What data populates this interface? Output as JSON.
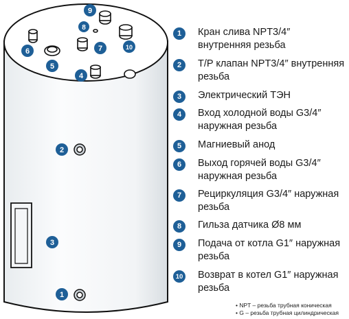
{
  "items": [
    {
      "num": "1",
      "text": "Кран слива NPT3/4″ внутренняя резьба"
    },
    {
      "num": "2",
      "text": "T/P клапан NPT3/4″ внутренняя резьба"
    },
    {
      "num": "3",
      "text": "Электрический ТЭН"
    },
    {
      "num": "4",
      "text": "Вход холодной воды G3/4″ наружная резьба"
    },
    {
      "num": "5",
      "text": "Магниевый анод"
    },
    {
      "num": "6",
      "text": "Выход горячей воды G3/4″ наружная резьба"
    },
    {
      "num": "7",
      "text": "Рециркуляция G3/4″ наружная резьба"
    },
    {
      "num": "8",
      "text": "Гильза датчика Ø8 мм"
    },
    {
      "num": "9",
      "text": "Подача от котла G1″ наружная резьба"
    },
    {
      "num": "10",
      "text": "Возврат в котел G1″ наружная резьба"
    }
  ],
  "notes": [
    "NPT – резьба трубная коническая",
    "G – резьба трубная цилиндрическая"
  ],
  "tank_badges": [
    "1",
    "2",
    "3",
    "4",
    "5",
    "6",
    "7",
    "8",
    "9",
    "10"
  ],
  "colors": {
    "accent": "#1e5f97"
  }
}
